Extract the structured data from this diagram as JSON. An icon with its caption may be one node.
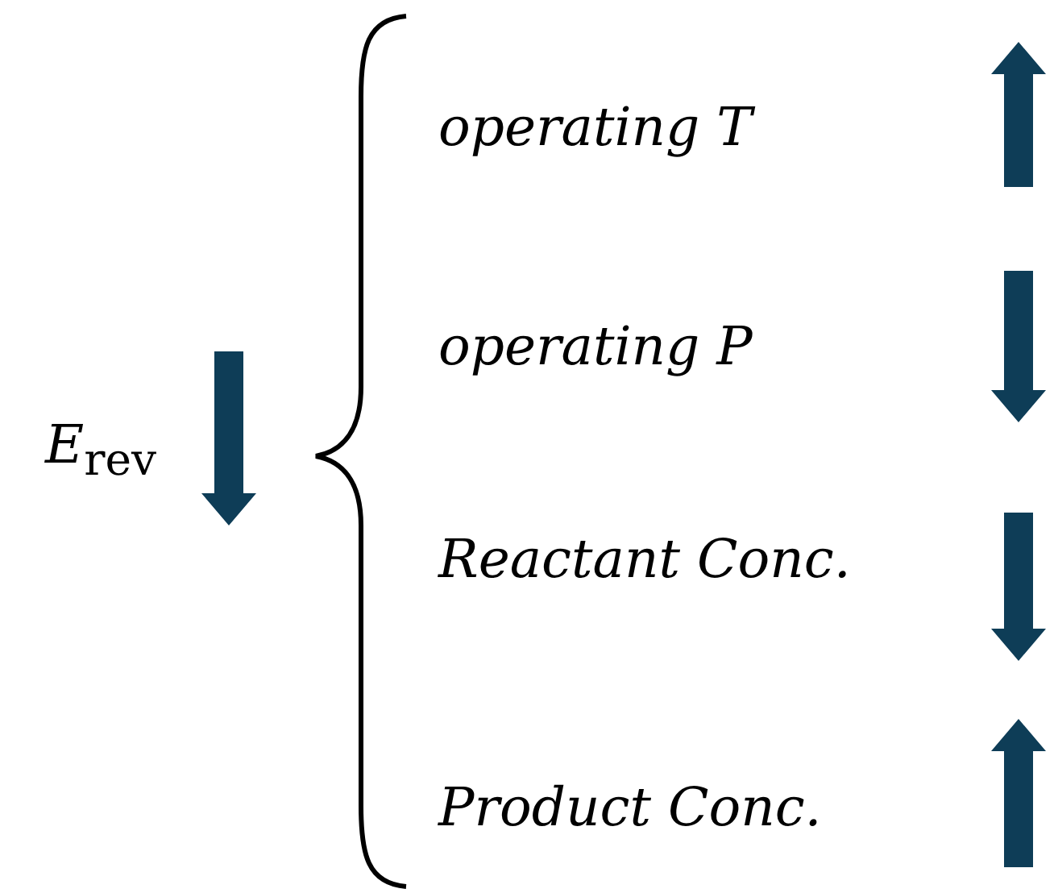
{
  "diagram": {
    "labels": [
      "*E*$_{rev}$",
      "operating T",
      "operating P",
      "Reactant Conc.",
      "Product Conc."
    ]
  }
}
